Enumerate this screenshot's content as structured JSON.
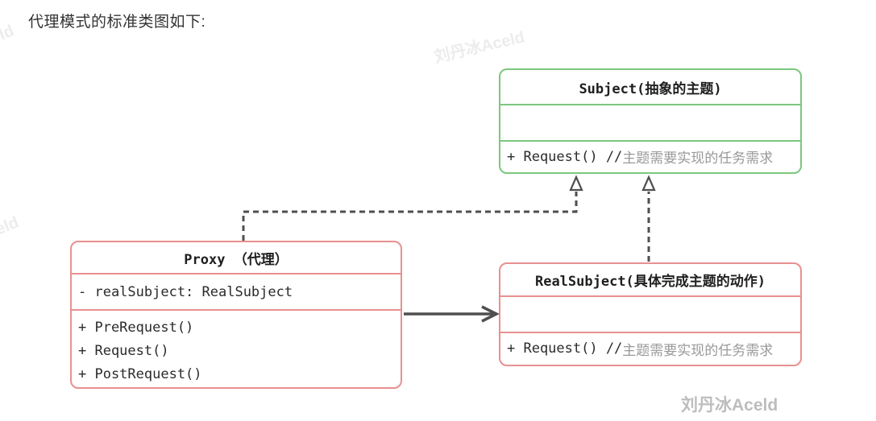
{
  "page": {
    "title": "代理模式的标准类图如下:"
  },
  "watermarks": {
    "full": "刘丹冰Aceld",
    "partial": "celd"
  },
  "diagram": {
    "subject": {
      "title": "Subject(抽象的主题)",
      "method_code": "+ Request() //",
      "method_comment": "主题需要实现的任务需求"
    },
    "proxy": {
      "title": "Proxy （代理）",
      "attribute": "- realSubject: RealSubject",
      "methods": [
        "+ PreRequest()",
        "+ Request()",
        "+ PostRequest()"
      ]
    },
    "realsubject": {
      "title": "RealSubject(具体完成主题的动作)",
      "method_code": "+ Request() //",
      "method_comment": "主题需要实现的任务需求"
    },
    "relations": {
      "proxy_to_subject": "realization-dashed",
      "realsubject_to_subject": "realization-dashed",
      "proxy_to_realsubject": "association-solid"
    },
    "colors": {
      "subject_border": "#7cc77e",
      "proxy_border": "#e89090",
      "realsubject_border": "#e89090",
      "arrow": "#4f4f4f",
      "comment_text": "#999999",
      "code_text": "#2b2b2b",
      "watermark_faint": "#ececec",
      "watermark_strong": "#bdbdbd"
    }
  }
}
